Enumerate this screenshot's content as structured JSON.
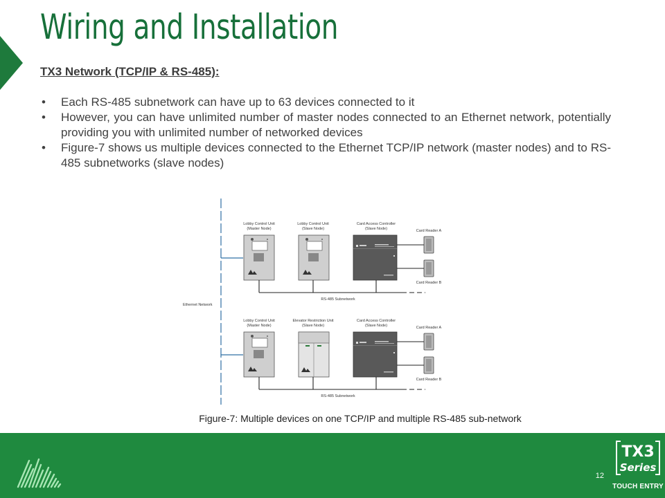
{
  "slide": {
    "title": "Wiring and Installation",
    "subtitle": "TX3 Network (TCP/IP & RS-485):",
    "bullets": [
      "Each RS-485 subnetwork can have up to 63 devices connected to it",
      "However, you can have unlimited number of master nodes connected to an Ethernet network, potentially providing you with unlimited number of networked devices",
      "Figure-7 shows us multiple devices connected to the Ethernet TCP/IP network (master nodes) and to RS-485 subnetworks (slave nodes)"
    ],
    "bullet_char": "•",
    "caption": "Figure-7: Multiple devices on one TCP/IP and multiple RS-485 sub-network",
    "page_number": "12"
  },
  "diagram": {
    "ethernet_label": "Ethernet Network",
    "top_row": {
      "unit1": [
        "Lobby Control Unit",
        "(Master Node)"
      ],
      "unit2": [
        "Lobby Control Unit",
        "(Slave Node)"
      ],
      "unit3": [
        "Card Access Controller",
        "(Slave Node)"
      ],
      "reader_a": "Card Reader A",
      "reader_b": "Card Reader B",
      "bus": "RS-485 Subnetwork"
    },
    "bottom_row": {
      "unit1": [
        "Lobby Control Unit",
        "(Master Node)"
      ],
      "unit2": [
        "Elevator Restriction Unit",
        "(Slave Node)"
      ],
      "unit3": [
        "Card Access Controller",
        "(Slave Node)"
      ],
      "reader_a": "Card Reader A",
      "reader_b": "Card Reader B",
      "bus": "RS-485 Subnetwork"
    }
  },
  "branding": {
    "series_top": "TX3",
    "series_mid": "Series",
    "series_bottom": "TOUCH ENTRY",
    "footer_color": "#1f8a3f",
    "title_color": "#17703a"
  }
}
